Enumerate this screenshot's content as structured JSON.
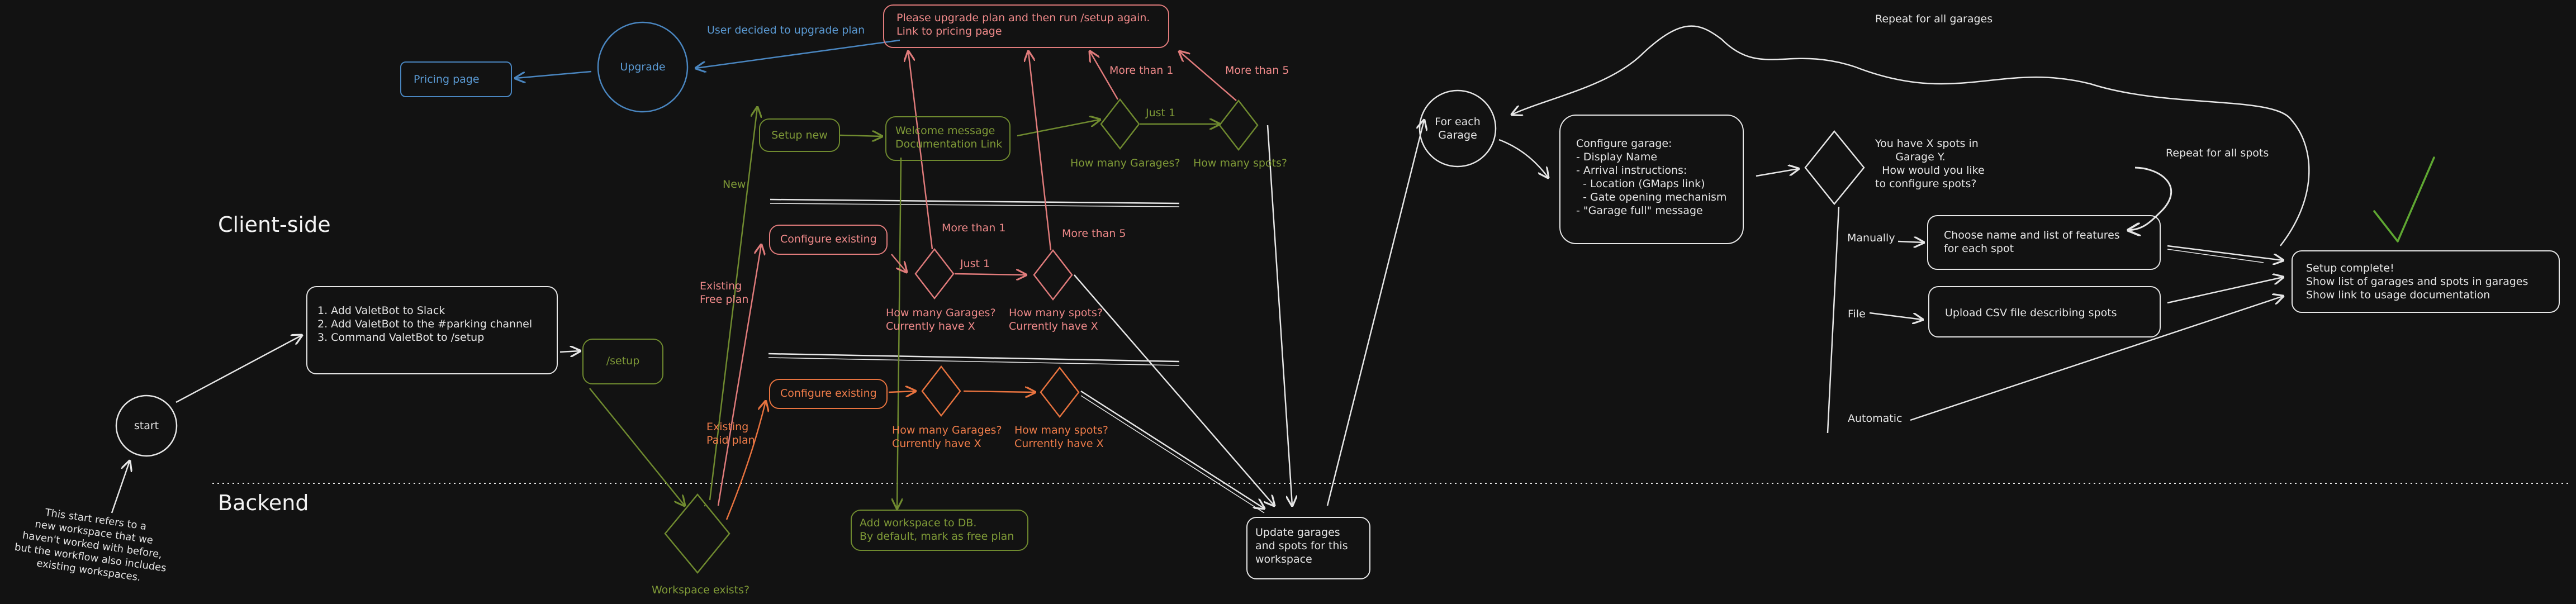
{
  "sections": {
    "client_side": "Client-side",
    "backend": "Backend"
  },
  "start": {
    "label": "start",
    "note": "This start refers to a\nnew workspace that we\nhaven't worked with before,\nbut the workflow also includes\nexisting workspaces."
  },
  "install_steps": "1. Add ValetBot to Slack\n2. Add ValetBot to the #parking channel\n3. Command ValetBot to /setup",
  "setup_cmd": "/setup",
  "workspace_exists": "Workspace exists?",
  "branch_new": "New",
  "branch_existing_free": "Existing\nFree plan",
  "branch_existing_paid": "Existing\nPaid plan",
  "setup_new": "Setup new",
  "welcome_msg": "Welcome message\nDocumentation Link",
  "how_many_garages_q": "How many Garages?",
  "how_many_spots_q": "How many spots?",
  "just_1": "Just 1",
  "more_than_1": "More than 1",
  "more_than_5": "More than 5",
  "configure_existing": "Configure existing",
  "garages_currently": "How many Garages?\nCurrently have X",
  "spots_currently": "How many spots?\nCurrently have X",
  "add_workspace": "Add workspace to DB.\nBy default, mark as free plan",
  "upgrade_msg": "Please upgrade plan and then run /setup again.\nLink to pricing page",
  "upgrade": "Upgrade",
  "pricing_page": "Pricing page",
  "user_decided": "User decided to upgrade plan",
  "update_garages": "Update garages\nand spots for this\nworkspace",
  "for_each_garage": "For each\nGarage",
  "configure_garage": "Configure garage:\n- Display Name\n- Arrival instructions:\n  - Location (GMaps link)\n  - Gate opening mechanism\n- \"Garage full\" message",
  "spots_question": "You have X spots in\n      Garage Y.\n  How would you like\nto configure spots?",
  "repeat_garages": "Repeat for all garages",
  "repeat_spots": "Repeat for all spots",
  "opt_manually": "Manually",
  "opt_file": "File",
  "opt_automatic": "Automatic",
  "choose_name": "Choose name and list of features\nfor each spot",
  "upload_csv": "Upload CSV file describing spots",
  "setup_complete": "Setup complete!\nShow list of garages and spots in garages\nShow link to usage documentation",
  "colors": {
    "bg": "#121212",
    "white": "#e6e6e6",
    "green": "#6f8a2f",
    "blue": "#4a86c0",
    "red": "#e07b7b",
    "orange": "#e8733f",
    "checkmark": "#5fa832"
  },
  "icons": [
    "checkmark-icon"
  ]
}
